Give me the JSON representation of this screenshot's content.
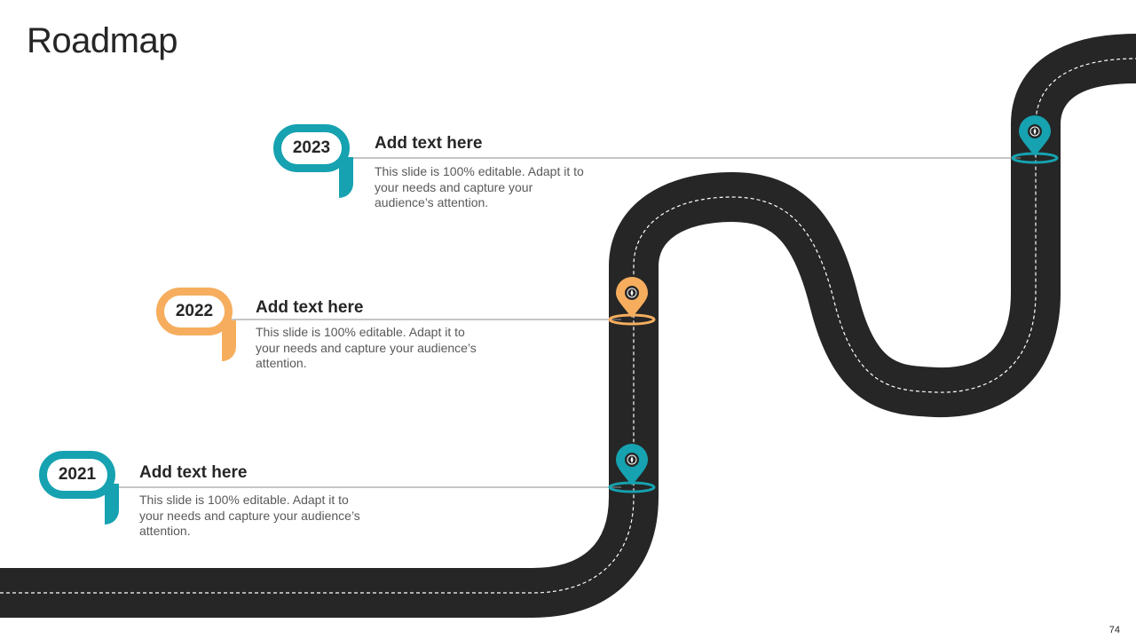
{
  "title": "Roadmap",
  "page_number": "74",
  "colors": {
    "teal": "#16A2B0",
    "orange": "#F6AE5E",
    "road": "#262626",
    "line": "#8c8c8c"
  },
  "milestones": [
    {
      "year": "2021",
      "heading": "Add text here",
      "body": "This slide is 100% editable. Adapt it to your needs and capture your audience’s attention.",
      "color": "teal",
      "icon": "compass-icon"
    },
    {
      "year": "2022",
      "heading": "Add text here",
      "body": "This slide is 100% editable. Adapt it to your needs and capture your audience’s attention.",
      "color": "orange",
      "icon": "compass-icon"
    },
    {
      "year": "2023",
      "heading": "Add text here",
      "body": "This slide is 100% editable. Adapt it to your needs and capture your audience’s attention.",
      "color": "teal",
      "icon": "compass-icon"
    }
  ]
}
